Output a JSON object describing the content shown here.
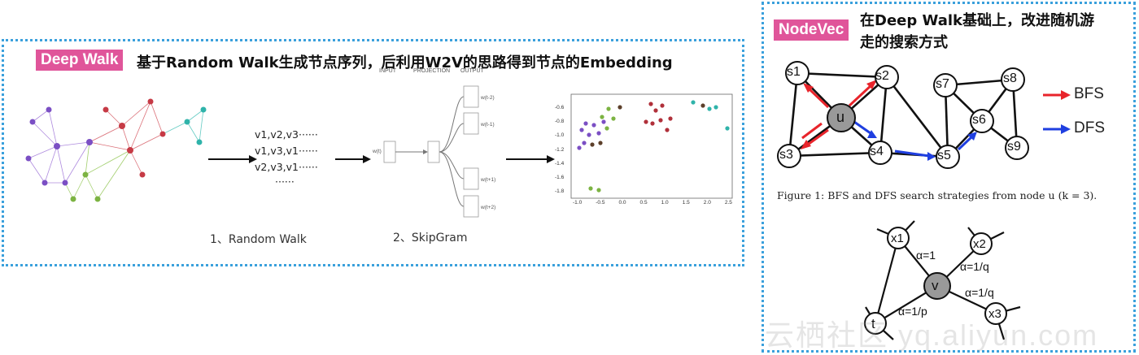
{
  "deepwalk": {
    "badge": "Deep Walk",
    "headline": "基于Random Walk生成节点序列，后利用W2V的思路得到节点的Embedding",
    "sequences": [
      "v1,v2,v3······",
      "v1,v3,v1······",
      "v2,v3,v1······",
      "······"
    ],
    "step1": "1、Random Walk",
    "step2": "2、SkipGram",
    "skipgram": {
      "input_label": "INPUT",
      "projection_label": "PROJECTION",
      "output_label": "OUTPUT",
      "input_node": "w(t)",
      "outputs": [
        "w(t-2)",
        "w(t-1)",
        "w(t+1)",
        "w(t+2)"
      ]
    },
    "scatter": {
      "xticks": [
        "-1.0",
        "-0.5",
        "0.0",
        "0.5",
        "1.0",
        "1.5",
        "2.0",
        "2.5"
      ],
      "yticks": [
        "-0.6",
        "-0.8",
        "-1.0",
        "-1.2",
        "-1.4",
        "-1.6",
        "-1.8"
      ]
    }
  },
  "nodevec": {
    "badge": "NodeVec",
    "headline_line1": "在Deep Walk基础上，改进随机游",
    "headline_line2": "走的搜索方式",
    "legend": {
      "bfs": "BFS",
      "dfs": "DFS",
      "bfs_color": "#e8242b",
      "dfs_color": "#1f3fe0"
    },
    "graph_nodes": [
      "s1",
      "s2",
      "s3",
      "u",
      "s4",
      "s5",
      "s6",
      "s7",
      "s8",
      "s9"
    ],
    "caption": "Figure 1: BFS and DFS search strategies from node u (k = 3).",
    "bias": {
      "nodes": [
        "x1",
        "x2",
        "x3",
        "v",
        "t"
      ],
      "labels": [
        "α=1",
        "α=1/q",
        "α=1/q",
        "α=1/p"
      ]
    }
  },
  "watermark": "云栖社区 yq.aliyun.com"
}
